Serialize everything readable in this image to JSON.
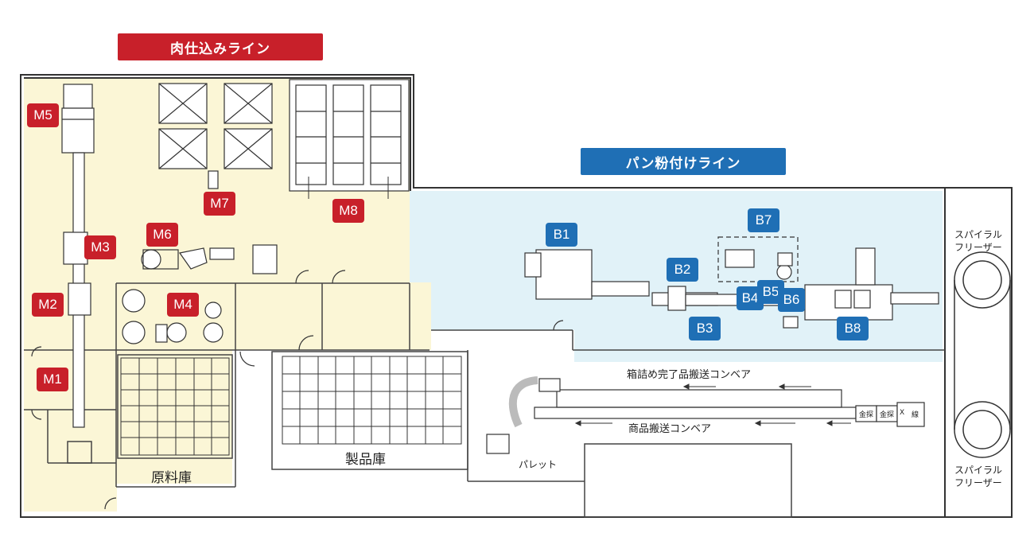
{
  "lines": {
    "meat": {
      "label": "肉仕込みライン",
      "color": "#c8202a"
    },
    "bread": {
      "label": "パン粉付けライン",
      "color": "#1f6fb5"
    }
  },
  "markers": {
    "m1": "M1",
    "m2": "M2",
    "m3": "M3",
    "m4": "M4",
    "m5": "M5",
    "m6": "M6",
    "m7": "M7",
    "m8": "M8",
    "b1": "B1",
    "b2": "B2",
    "b3": "B3",
    "b4": "B4",
    "b5": "B5",
    "b6": "B6",
    "b7": "B7",
    "b8": "B8"
  },
  "rooms": {
    "raw_storage": "原料庫",
    "product_storage": "製品庫"
  },
  "conveyors": {
    "boxed": "箱詰め完了品搬送コンベア",
    "product": "商品搬送コンベア"
  },
  "pallet": "パレット",
  "spiral_freezer": {
    "line1": "スパイラル",
    "line2": "フリーザー"
  },
  "inspection": {
    "metal1": "金探",
    "metal2": "金探",
    "xray1": "X",
    "xray2": "線"
  },
  "zone_colors": {
    "meat": "#fbf6d6",
    "bread": "#e1f2f8"
  }
}
